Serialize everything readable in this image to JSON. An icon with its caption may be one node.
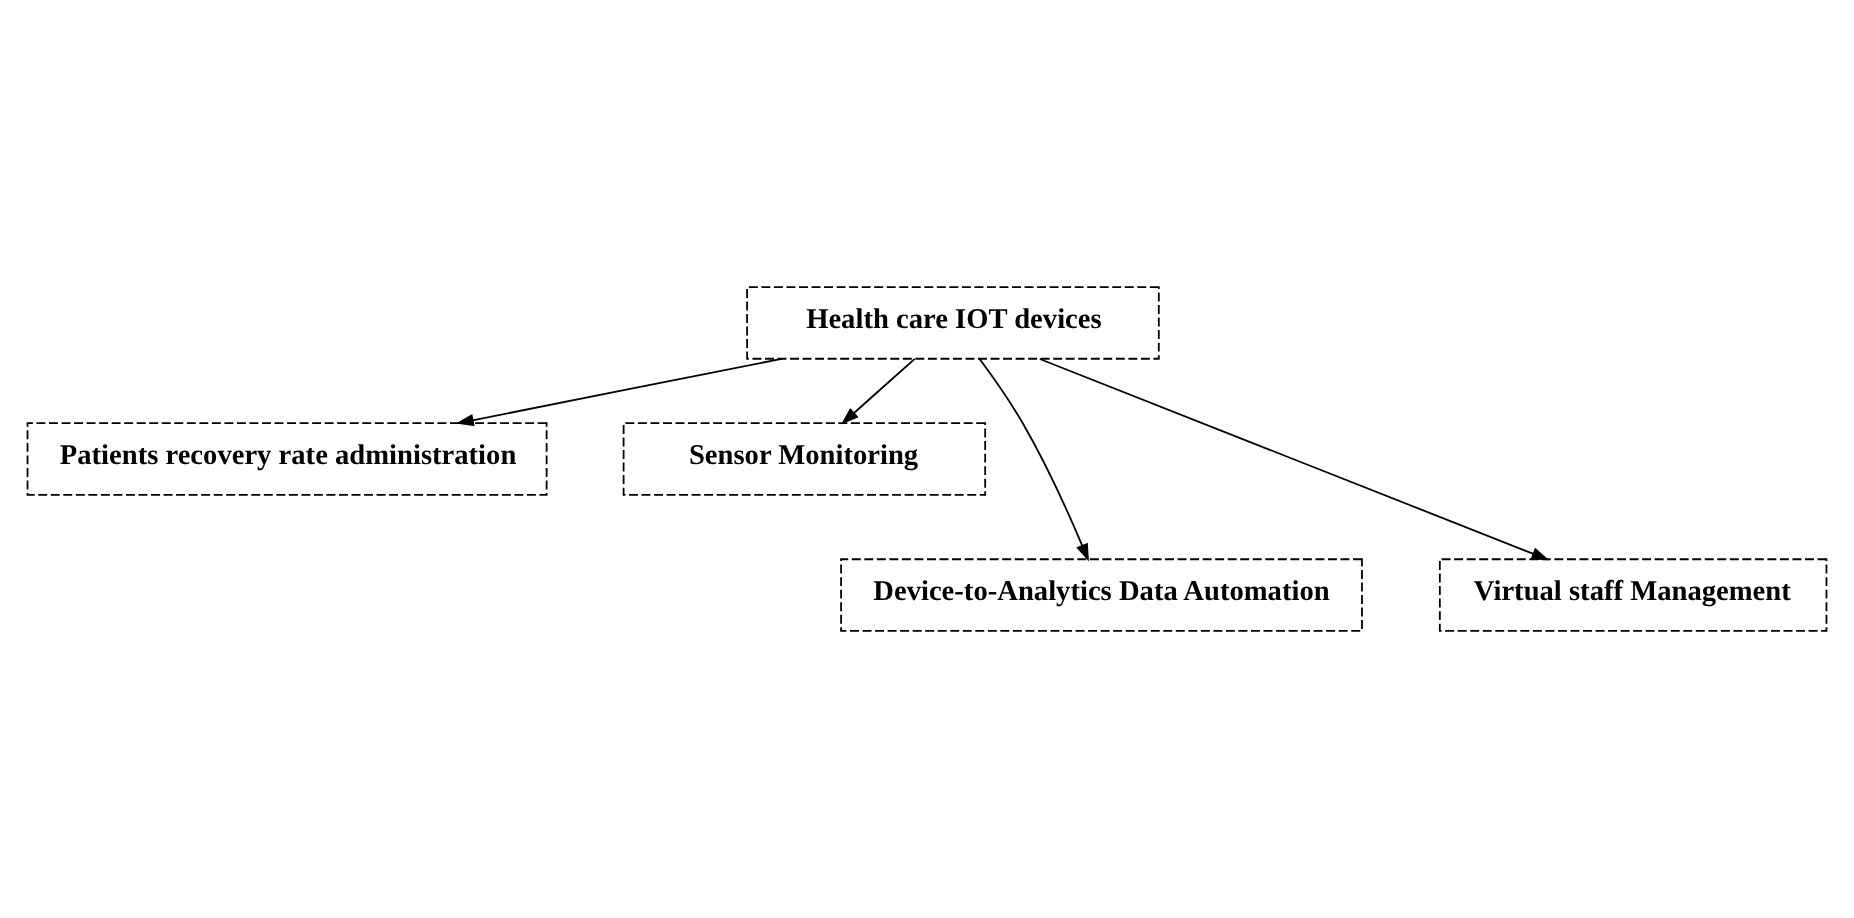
{
  "diagram": {
    "nodes": [
      {
        "text": [
          "Health care IOT devices"
        ]
      },
      {
        "text": [
          "Patients recovery rate administration"
        ]
      },
      {
        "text": [
          "Sensor Monitoring"
        ]
      },
      {
        "text": [
          "Device-to-Analytics Data Automation"
        ]
      },
      {
        "text": [
          "Virtual staff Management"
        ]
      }
    ],
    "edges": [
      {
        "from": 0,
        "to": 1,
        "arrow": "to"
      },
      {
        "from": 0,
        "to": 3,
        "arrow": "to"
      },
      {
        "from": 0,
        "to": 4,
        "arrow": "to"
      },
      {
        "from": 0,
        "to": 2,
        "arrow": "to"
      }
    ]
  }
}
